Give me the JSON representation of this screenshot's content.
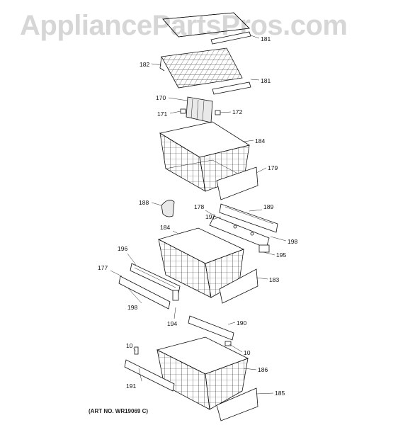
{
  "watermark": "AppliancePartsPros.com",
  "art_number": "(ART NO. WR19069 C)",
  "callouts": {
    "c181a": "181",
    "c182": "182",
    "c181b": "181",
    "c170": "170",
    "c171": "171",
    "c172": "172",
    "c184a": "184",
    "c179": "179",
    "c188": "188",
    "c178": "178",
    "c189": "189",
    "c197": "197",
    "c198a": "198",
    "c184b": "184",
    "c196": "196",
    "c195": "195",
    "c177": "177",
    "c183": "183",
    "c198b": "198",
    "c194": "194",
    "c190": "190",
    "c10a": "10",
    "c10b": "10",
    "c186": "186",
    "c191": "191",
    "c185": "185"
  }
}
